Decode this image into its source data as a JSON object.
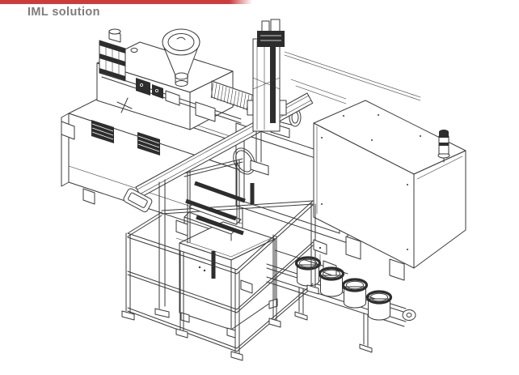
{
  "header": {
    "title": "IML solution"
  },
  "theme": {
    "accent": "#cf3b3b",
    "title_color": "#7c7c7c",
    "line": "#3a3a3a",
    "dark": "#2d2d2d",
    "background": "#ffffff"
  },
  "diagram": {
    "type": "technical-illustration",
    "description": "Isometric CAD line drawing of an in-mold labeling (IML) production cell",
    "components": [
      "injection-molding-machine-base",
      "motor-drive-unit",
      "material-hopper",
      "heated-barrel",
      "linear-guide-rail",
      "alignment-crosshair-mark",
      "mold-area-guard-panel",
      "door-handle-ring",
      "clamping-unit-cover",
      "signal-tower-lamp",
      "robot-traverse-beam",
      "robot-vertical-axis",
      "safety-fence",
      "label-magazine-station",
      "discharge-conveyor",
      "round-containers"
    ],
    "container_count": 4
  }
}
